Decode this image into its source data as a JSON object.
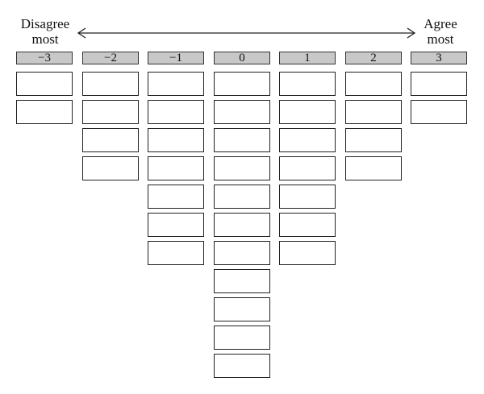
{
  "scale": {
    "left_label": "Disagree most",
    "right_label": "Agree most"
  },
  "columns": [
    {
      "label": "−3",
      "slots": 2
    },
    {
      "label": "−2",
      "slots": 4
    },
    {
      "label": "−1",
      "slots": 7
    },
    {
      "label": "0",
      "slots": 11
    },
    {
      "label": "1",
      "slots": 7
    },
    {
      "label": "2",
      "slots": 4
    },
    {
      "label": "3",
      "slots": 2
    }
  ],
  "colors": {
    "header_fill": "#c8c8c8",
    "line": "#222222"
  }
}
